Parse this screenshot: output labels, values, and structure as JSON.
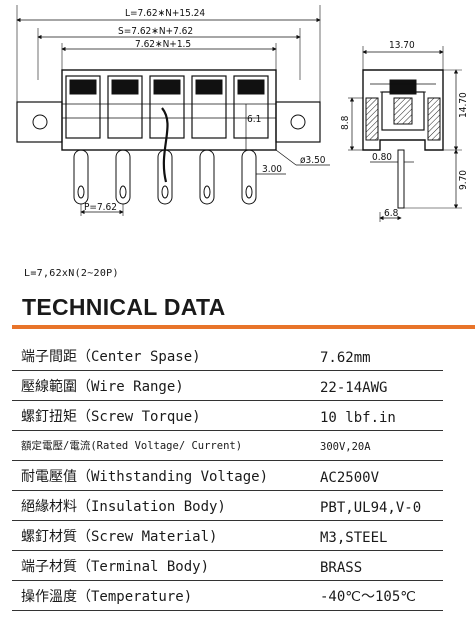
{
  "drawing": {
    "dim_overall": "L=7.62∗N+15.24",
    "dim_screw": "S=7.62∗N+7.62",
    "dim_body": "7.62∗N+1.5",
    "dim_pitch": "P=7.62",
    "dim_height_inner": "6.1",
    "dim_hole": "ø3.50",
    "dim_pin": "3.00",
    "side_width": "13.70",
    "side_height": "14.70",
    "side_inner": "8.8",
    "side_plate": "0.80",
    "side_pin_len": "9.70",
    "side_pin_x": "6.8"
  },
  "pin_note": "L=7,62xN(2~20P)",
  "title": "TECHNICAL DATA",
  "accent_color": "#e8742a",
  "specs": [
    {
      "label": "端子間距（Center Spase)",
      "value": "7.62mm",
      "small": false
    },
    {
      "label": "壓線範圍（Wire Range)",
      "value": "22-14AWG",
      "small": false
    },
    {
      "label": "螺釘扭矩（Screw Torque)",
      "value": "10 lbf.in",
      "small": false
    },
    {
      "label": "額定電壓/電流(Rated Voltage/ Current)",
      "value": "300V,20A",
      "small": true
    },
    {
      "label": "耐電壓值（Withstanding Voltage)",
      "value": "AC2500V",
      "small": false
    },
    {
      "label": "絕緣材料（Insulation Body)",
      "value": "PBT,UL94,V-0",
      "small": false
    },
    {
      "label": "螺釘材質（Screw Material)",
      "value": "M3,STEEL",
      "small": false
    },
    {
      "label": "端子材質（Terminal Body)",
      "value": "BRASS",
      "small": false
    },
    {
      "label": "操作溫度（Temperature)",
      "value": "-40℃～105℃",
      "small": false
    }
  ]
}
